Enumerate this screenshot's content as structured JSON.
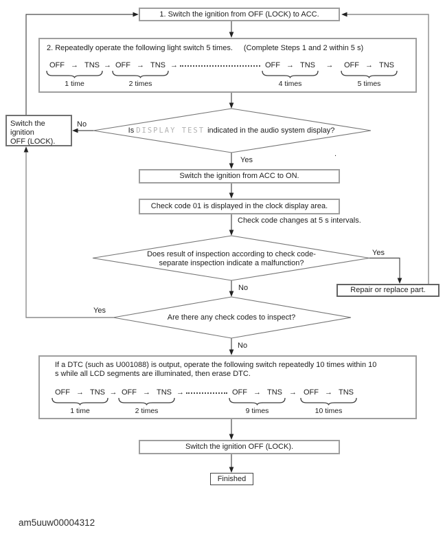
{
  "glyphs": {
    "arrow": "→"
  },
  "colors": {
    "lcd_text": "#b2b2b2",
    "box_border_gray": "#9e9e9e"
  },
  "nodes": {
    "step1": {
      "text": "1. Switch the ignition from OFF (LOCK) to ACC."
    },
    "step2": {
      "heading": "2. Repeatedly operate the following light switch 5 times.",
      "note": "(Complete Steps 1 and 2 within 5 s)",
      "groups": [
        {
          "off": "OFF",
          "tns": "TNS",
          "label": "1 time"
        },
        {
          "off": "OFF",
          "tns": "TNS",
          "label": "2 times"
        },
        {
          "off": "OFF",
          "tns": "TNS",
          "label": "4 times"
        },
        {
          "off": "OFF",
          "tns": "TNS",
          "label": "5 times"
        }
      ]
    },
    "d1": {
      "pre": "Is",
      "lcd": "DISPLAY TEST",
      "post": "indicated in the audio system display?"
    },
    "left_box": {
      "line1": "Switch the ignition",
      "line2": "OFF (LOCK)."
    },
    "acc_on": {
      "text": "Switch the ignition from ACC to ON."
    },
    "check01": {
      "text": "Check code 01 is displayed in the clock display area."
    },
    "interval_note": {
      "text": "Check code changes at 5 s intervals."
    },
    "d2": {
      "line1": "Does result of inspection according to check code-",
      "line2": "separate inspection indicate a malfunction?"
    },
    "repair": {
      "text": "Repair or replace part."
    },
    "d3": {
      "text": "Are there any check codes to inspect?"
    },
    "dtc": {
      "line1": "If a DTC (such as U001088) is output, operate the following switch repeatedly 10 times within 10",
      "line2": "s while all LCD segments are illuminated, then erase DTC.",
      "groups": [
        {
          "off": "OFF",
          "tns": "TNS",
          "label": "1 time"
        },
        {
          "off": "OFF",
          "tns": "TNS",
          "label": "2 times"
        },
        {
          "off": "OFF",
          "tns": "TNS",
          "label": "9 times"
        },
        {
          "off": "OFF",
          "tns": "TNS",
          "label": "10 times"
        }
      ]
    },
    "off_lock": {
      "text": "Switch the ignition OFF (LOCK)."
    },
    "finished": {
      "text": "Finished"
    }
  },
  "labels": {
    "no1": "No",
    "yes1": "Yes",
    "yes2": "Yes",
    "no2": "No",
    "yes3": "Yes",
    "no3": "No"
  },
  "misc": {
    "stray_dot": "."
  },
  "footer": {
    "code": "am5uuw00004312"
  }
}
